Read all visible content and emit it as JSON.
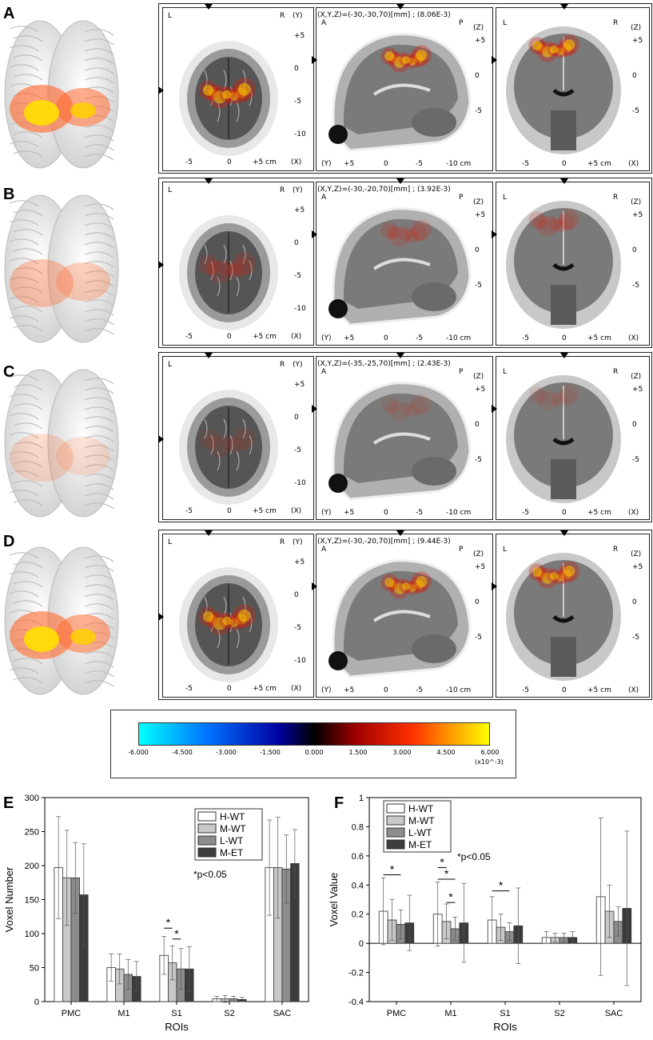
{
  "rows": [
    {
      "letter": "A",
      "coord": "(X,Y,Z)=(-30,-30,70)[mm] ; (8.06E-3)",
      "intensity": 1.0
    },
    {
      "letter": "B",
      "coord": "(X,Y,Z)=(-30,-20,70)[mm] ; (3.92E-3)",
      "intensity": 0.5
    },
    {
      "letter": "C",
      "coord": "(X,Y,Z)=(-35,-25,70)[mm] ; (2.43E-3)",
      "intensity": 0.25
    },
    {
      "letter": "D",
      "coord": "(X,Y,Z)=(-30,-20,70)[mm] ; (9.44E-3)",
      "intensity": 0.95
    }
  ],
  "axial_labels": {
    "left": "L",
    "right": "R",
    "axis_y": "(Y)",
    "axis_x": "(X)",
    "yt": [
      "+5",
      "0",
      "-5",
      "-10"
    ],
    "xt": [
      "-5",
      "0",
      "+5 cm"
    ]
  },
  "sag_labels": {
    "left": "A",
    "right": "P",
    "axis_z": "(Z)",
    "axis_y": "(Y)",
    "zt": [
      "+5",
      "0",
      "-5"
    ],
    "yt": [
      "+5",
      "0",
      "-5",
      "-10 cm"
    ]
  },
  "cor_labels": {
    "left": "L",
    "right": "R",
    "axis_z": "(Z)",
    "axis_x": "(X)",
    "zt": [
      "+5",
      "0",
      "-5"
    ],
    "xt": [
      "-5",
      "0",
      "+5 cm"
    ]
  },
  "colorbar": {
    "ticks": [
      "-6.000",
      "-4.500",
      "-3.000",
      "-1.500",
      "0.000",
      "1.500",
      "3.000",
      "4.500",
      "6.000"
    ],
    "unit": "(x10^-3)"
  },
  "chart_data": [
    {
      "panel": "E",
      "type": "bar",
      "categories": [
        "PMC",
        "M1",
        "S1",
        "S2",
        "SAC"
      ],
      "xlabel": "ROIs",
      "ylabel": "Voxel Number",
      "ylim": [
        0,
        300
      ],
      "yticks": [
        0,
        50,
        100,
        150,
        200,
        250,
        300
      ],
      "series": [
        {
          "name": "H-WT",
          "values": [
            197,
            50,
            68,
            4,
            197
          ],
          "err": [
            75,
            20,
            28,
            4,
            70
          ]
        },
        {
          "name": "M-WT",
          "values": [
            182,
            48,
            57,
            4,
            197
          ],
          "err": [
            70,
            22,
            25,
            5,
            74
          ]
        },
        {
          "name": "L-WT",
          "values": [
            182,
            40,
            48,
            4,
            195
          ],
          "err": [
            52,
            22,
            30,
            4,
            50
          ]
        },
        {
          "name": "M-ET",
          "values": [
            157,
            37,
            48,
            3,
            203
          ],
          "err": [
            75,
            22,
            33,
            3,
            50
          ]
        }
      ],
      "note": "*p<0.05"
    },
    {
      "panel": "F",
      "type": "bar",
      "categories": [
        "PMC",
        "M1",
        "S1",
        "S2",
        "SAC"
      ],
      "xlabel": "ROIs",
      "ylabel": "Voxel Value",
      "ylim": [
        -0.4,
        1.0
      ],
      "yticks": [
        -0.4,
        -0.2,
        0.0,
        0.2,
        0.4,
        0.6,
        0.8,
        1.0
      ],
      "series": [
        {
          "name": "H-WT",
          "values": [
            0.22,
            0.2,
            0.16,
            0.04,
            0.32
          ],
          "err": [
            0.23,
            0.22,
            0.16,
            0.04,
            0.54
          ]
        },
        {
          "name": "M-WT",
          "values": [
            0.16,
            0.15,
            0.11,
            0.04,
            0.22
          ],
          "err": [
            0.14,
            0.12,
            0.09,
            0.03,
            0.18
          ]
        },
        {
          "name": "L-WT",
          "values": [
            0.13,
            0.1,
            0.08,
            0.04,
            0.15
          ],
          "err": [
            0.1,
            0.08,
            0.06,
            0.03,
            0.1
          ]
        },
        {
          "name": "M-ET",
          "values": [
            0.14,
            0.14,
            0.12,
            0.04,
            0.24
          ],
          "err": [
            0.19,
            0.27,
            0.26,
            0.04,
            0.53
          ]
        }
      ],
      "note": "*p<0.05"
    }
  ],
  "colors": {
    "H-WT": "#ffffff",
    "M-WT": "#c8c8c8",
    "L-WT": "#8c8c8c",
    "M-ET": "#3c3c3c"
  }
}
